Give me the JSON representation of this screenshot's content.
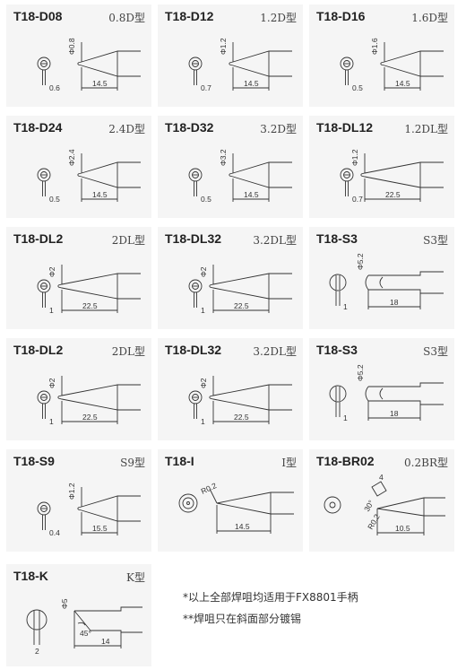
{
  "tips": [
    {
      "title": "T18-D08",
      "type": "0.8D型",
      "shape": "D",
      "dim_v": "Φ0.8",
      "dim_face": "0.6",
      "dim_len": "14.5"
    },
    {
      "title": "T18-D12",
      "type": "1.2D型",
      "shape": "D",
      "dim_v": "Φ1.2",
      "dim_face": "0.7",
      "dim_len": "14.5"
    },
    {
      "title": "T18-D16",
      "type": "1.6D型",
      "shape": "D",
      "dim_v": "Φ1.6",
      "dim_face": "0.5",
      "dim_len": "14.5"
    },
    {
      "title": "T18-D24",
      "type": "2.4D型",
      "shape": "D",
      "dim_v": "Φ2.4",
      "dim_face": "0.5",
      "dim_len": "14.5"
    },
    {
      "title": "T18-D32",
      "type": "3.2D型",
      "shape": "D",
      "dim_v": "Φ3.2",
      "dim_face": "0.5",
      "dim_len": "14.5"
    },
    {
      "title": "T18-DL12",
      "type": "1.2DL型",
      "shape": "DL",
      "dim_v": "Φ1.2",
      "dim_face": "0.7",
      "dim_len": "22.5"
    },
    {
      "title": "T18-DL2",
      "type": "2DL型",
      "shape": "DL",
      "dim_v": "Φ2",
      "dim_face": "1",
      "dim_len": "22.5"
    },
    {
      "title": "T18-DL32",
      "type": "3.2DL型",
      "shape": "DL",
      "dim_v": "Φ2",
      "dim_face": "1",
      "dim_len": "22.5"
    },
    {
      "title": "T18-S3",
      "type": "S3型",
      "shape": "S",
      "dim_v": "Φ5.2",
      "dim_face": "1",
      "dim_len": "18"
    },
    {
      "title": "T18-DL2",
      "type": "2DL型",
      "shape": "DL",
      "dim_v": "Φ2",
      "dim_face": "1",
      "dim_len": "22.5"
    },
    {
      "title": "T18-DL32",
      "type": "3.2DL型",
      "shape": "DL",
      "dim_v": "Φ2",
      "dim_face": "1",
      "dim_len": "22.5"
    },
    {
      "title": "T18-S3",
      "type": "S3型",
      "shape": "S",
      "dim_v": "Φ5.2",
      "dim_face": "1",
      "dim_len": "18"
    },
    {
      "title": "T18-S9",
      "type": "S9型",
      "shape": "S9",
      "dim_v": "Φ1.2",
      "dim_face": "0.4",
      "dim_len": "15.5"
    },
    {
      "title": "T18-I",
      "type": "I型",
      "shape": "I",
      "dim_r": "R0.2",
      "dim_len": "14.5"
    },
    {
      "title": "T18-BR02",
      "type": "0.2BR型",
      "shape": "BR",
      "dim_a": "4",
      "dim_angle": "30°",
      "dim_r": "R0.2",
      "dim_len": "10.5"
    },
    {
      "title": "T18-K",
      "type": "K型",
      "shape": "K",
      "dim_v": "Φ5",
      "dim_face": "2",
      "dim_angle": "45°",
      "dim_len": "14"
    }
  ],
  "notes": [
    "*以上全部焊咀均适用于FX8801手柄",
    "**焊咀只在斜面部分镀锡"
  ]
}
